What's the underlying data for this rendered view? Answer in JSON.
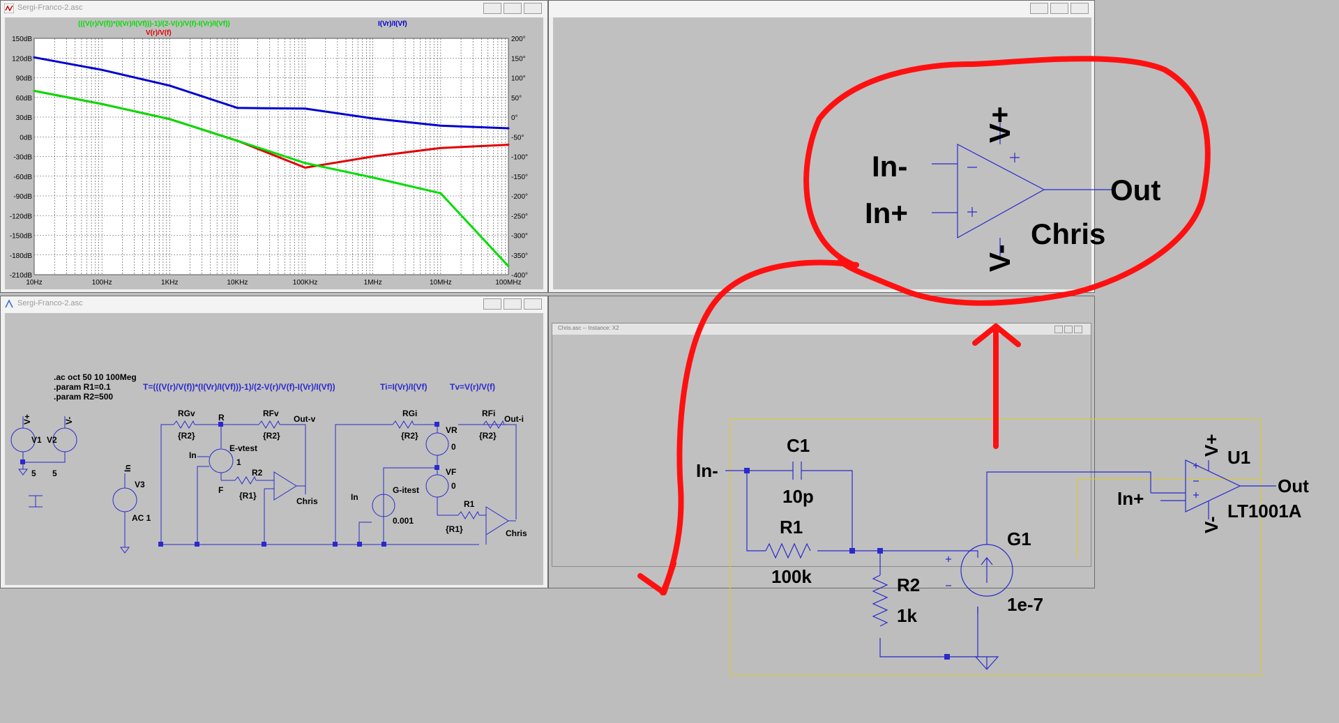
{
  "plot_window": {
    "title": "Sergi-Franco-2.asc",
    "traces": [
      {
        "label": "(((V(r)/V(f))*(I(Vr)/I(Vf)))-1)/(2-V(r)/V(f)-I(Vr)/I(Vf))",
        "color": "#00dd00"
      },
      {
        "label": "V(r)/V(f)",
        "color": "#e00000"
      },
      {
        "label": "I(Vr)/I(Vf)",
        "color": "#0000d0"
      }
    ],
    "left_ticks": [
      "150dB",
      "120dB",
      "90dB",
      "60dB",
      "30dB",
      "0dB",
      "-30dB",
      "-60dB",
      "-90dB",
      "-120dB",
      "-150dB",
      "-180dB",
      "-210dB"
    ],
    "right_ticks": [
      "200°",
      "150°",
      "100°",
      "50°",
      "0°",
      "-50°",
      "-100°",
      "-150°",
      "-200°",
      "-250°",
      "-300°",
      "-350°",
      "-400°"
    ],
    "x_ticks": [
      "10Hz",
      "100Hz",
      "1KHz",
      "10KHz",
      "100KHz",
      "1MHz",
      "10MHz",
      "100MHz"
    ]
  },
  "chart_data": {
    "type": "line",
    "x_scale": "log",
    "xlim": [
      10,
      100000000
    ],
    "ylim_left_dB": [
      -210,
      150
    ],
    "ylim_right_deg": [
      -400,
      200
    ],
    "grid": true,
    "x": [
      10,
      100,
      1000,
      10000,
      100000,
      1000000,
      10000000,
      100000000
    ],
    "series": [
      {
        "name": "I(Vr)/I(Vf)",
        "axis": "dB",
        "color": "#0000d0",
        "values": [
          121,
          102,
          78,
          44,
          43,
          28,
          17,
          13
        ]
      },
      {
        "name": "V(r)/V(f)",
        "axis": "dB",
        "color": "#e00000",
        "values": [
          70,
          50,
          27,
          -6,
          -47,
          -30,
          -17,
          -12
        ]
      },
      {
        "name": "(((V(r)/V(f))*(I(Vr)/I(Vf)))-1)/(2-V(r)/V(f)-I(Vr)/I(Vf))",
        "axis": "dB",
        "color": "#00dd00",
        "values": [
          70,
          50,
          27,
          -6,
          -40,
          -62,
          -86,
          -197
        ]
      }
    ]
  },
  "schem_window": {
    "title": "Sergi-Franco-2.asc",
    "directives": [
      ".ac oct 50 10 100Meg",
      ".param R1=0.1",
      ".param R2=500"
    ],
    "expr_T": "T=(((V(r)/V(f))*(I(Vr)/I(Vf)))-1)/(2-V(r)/V(f)-I(Vr)/I(Vf))",
    "expr_Ti": "Ti=I(Vr)/I(Vf)",
    "expr_Tv": "Tv=V(r)/V(f)",
    "labels": {
      "vplus": "V+",
      "vminus": "V-",
      "v1": "V1",
      "v2": "V2",
      "five_a": "5",
      "five_b": "5",
      "in_a": "In",
      "v3": "V3",
      "ac1": "AC 1",
      "rgv": "RGv",
      "rgv_val": "{R2}",
      "r_node": "R",
      "rfv": "RFv",
      "rfv_val": "{R2}",
      "out_v": "Out-v",
      "in_b": "In",
      "evtest": "E-vtest",
      "one": "1",
      "f_node": "F",
      "r2": "R2",
      "r1_val": "{R1}",
      "chris_a": "Chris",
      "rgi": "RGi",
      "rgi_val": "{R2}",
      "vr": "VR",
      "zero_a": "0",
      "rfi": "RFi",
      "rfi_val": "{R2}",
      "out_i": "Out-i",
      "vf": "VF",
      "zero_b": "0",
      "in_c": "In",
      "gitest": "G-itest",
      "gval": "0.001",
      "r1": "R1",
      "r1_val2": "{R1}",
      "chris_b": "Chris"
    }
  },
  "symbol_window": {
    "pins": {
      "inminus": "In-",
      "inplus": "In+",
      "vplus": "V+",
      "vminus": "V-",
      "out": "Out"
    },
    "name": "Chris"
  },
  "sub_window": {
    "title": "Chris.asc -- Instance: X2",
    "labels": {
      "inminus": "In-",
      "c1": "C1",
      "c1_val": "10p",
      "r1": "R1",
      "r1_val": "100k",
      "r2": "R2",
      "r2_val": "1k",
      "g1": "G1",
      "g1_val": "1e-7",
      "vplus": "V+",
      "vminus": "V-",
      "u1": "U1",
      "u1_val": "LT1001A",
      "inplus": "In+",
      "out": "Out"
    }
  }
}
